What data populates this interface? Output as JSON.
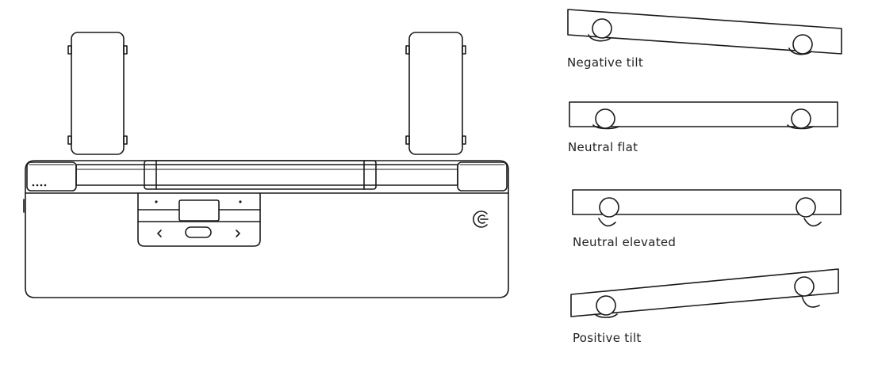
{
  "colors": {
    "stroke": "#1a1a1a",
    "background": "#ffffff"
  },
  "tilt_views": [
    {
      "id": "negative",
      "label": "Negative tilt"
    },
    {
      "id": "neutral-flat",
      "label": "Neutral flat"
    },
    {
      "id": "neutral-elevated",
      "label": "Neutral elevated"
    },
    {
      "id": "positive",
      "label": "Positive tilt"
    }
  ],
  "icons": {
    "brand": "contour-logo-icon",
    "left_arrow": "chevron-left-icon",
    "right_arrow": "chevron-right-icon"
  }
}
